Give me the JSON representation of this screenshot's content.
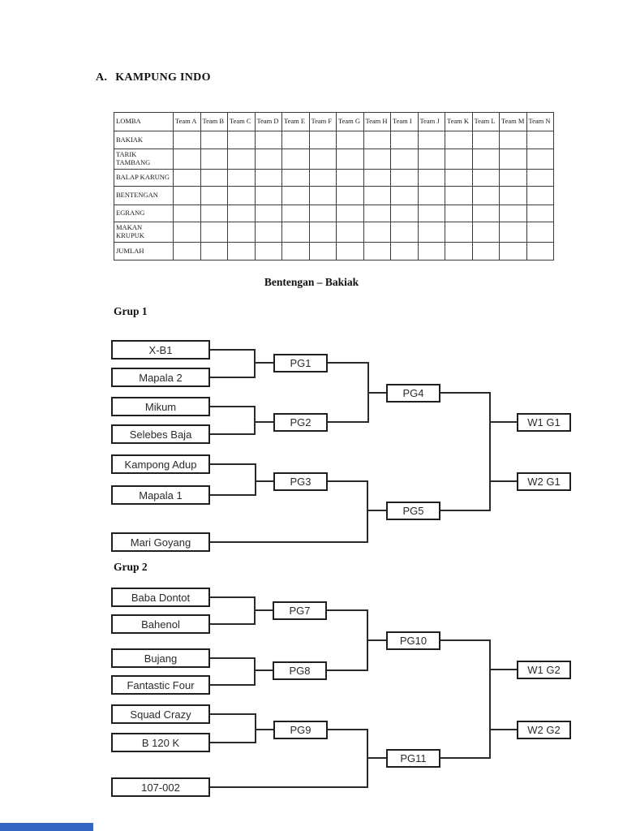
{
  "page": {
    "title_prefix": "A.",
    "title": "KAMPUNG INDO",
    "subtitle": "Bentengan – Bakiak"
  },
  "table": {
    "columns": [
      "LOMBA",
      "Team A",
      "Team B",
      "Team C",
      "Team D",
      "Team E",
      "Team F",
      "Team G",
      "Team H",
      "Team I",
      "Team J",
      "Team K",
      "Team L",
      "Team M",
      "Team N"
    ],
    "rows": [
      "BAKIAK",
      "TARIK\nTAMBANG",
      "BALAP KARUNG",
      "BENTENGAN",
      "EGRANG",
      "MAKAN\nKRUPUK",
      "JUMLAH"
    ]
  },
  "groups": [
    {
      "label": "Grup 1",
      "teams": [
        "X-B1",
        "Mapala 2",
        "Mikum",
        "Selebes Baja",
        "Kampong Adup",
        "Mapala 1",
        "Mari Goyang"
      ],
      "matches": [
        "PG1",
        "PG2",
        "PG3",
        "PG4",
        "PG5"
      ],
      "winners": [
        "W1 G1",
        "W2 G1"
      ]
    },
    {
      "label": "Grup 2",
      "teams": [
        "Baba Dontot",
        "Bahenol",
        "Bujang",
        "Fantastic Four",
        "Squad Crazy",
        "B 120 K",
        "107-002"
      ],
      "matches": [
        "PG7",
        "PG8",
        "PG9",
        "PG10",
        "PG11"
      ],
      "winners": [
        "W1 G2",
        "W2 G2"
      ]
    }
  ],
  "progress_bar_color": "#3666c4"
}
